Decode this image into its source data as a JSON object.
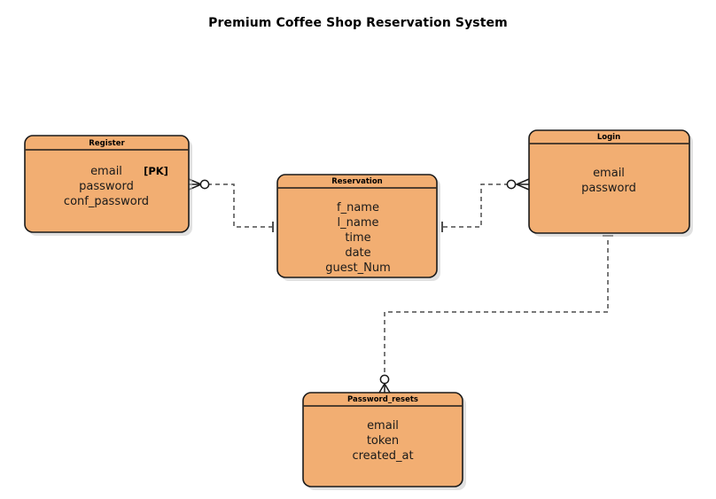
{
  "diagram": {
    "title": "Premium Coffee Shop Reservation System",
    "type": "entity-relationship-diagram",
    "notation": "crows-foot",
    "colors": {
      "entity_fill": "#f2ae72",
      "entity_border": "#1a1a1a",
      "relationship_line": "#4d4d4d",
      "background": "#ffffff",
      "title_text": "#000000"
    }
  },
  "entities": [
    {
      "id": "register",
      "name": "Register",
      "attributes": [
        {
          "name": "email",
          "key": "[PK]"
        },
        {
          "name": "password",
          "key": ""
        },
        {
          "name": "conf_password",
          "key": ""
        }
      ]
    },
    {
      "id": "reservation",
      "name": "Reservation",
      "attributes": [
        {
          "name": "f_name",
          "key": ""
        },
        {
          "name": "l_name",
          "key": ""
        },
        {
          "name": "time",
          "key": ""
        },
        {
          "name": "date",
          "key": ""
        },
        {
          "name": "guest_Num",
          "key": ""
        }
      ]
    },
    {
      "id": "login",
      "name": "Login",
      "attributes": [
        {
          "name": "email",
          "key": ""
        },
        {
          "name": "password",
          "key": ""
        }
      ]
    },
    {
      "id": "password_resets",
      "name": "Password_resets",
      "attributes": [
        {
          "name": "email",
          "key": ""
        },
        {
          "name": "token",
          "key": ""
        },
        {
          "name": "created_at",
          "key": ""
        }
      ]
    }
  ],
  "relationships": [
    {
      "id": "register-reservation",
      "from": "register",
      "to": "reservation",
      "from_cardinality": "zero-or-many",
      "to_cardinality": "exactly-one"
    },
    {
      "id": "reservation-login",
      "from": "reservation",
      "to": "login",
      "from_cardinality": "exactly-one",
      "to_cardinality": "zero-or-many"
    },
    {
      "id": "login-password-resets",
      "from": "login",
      "to": "password_resets",
      "from_cardinality": "exactly-one",
      "to_cardinality": "zero-or-many"
    }
  ]
}
